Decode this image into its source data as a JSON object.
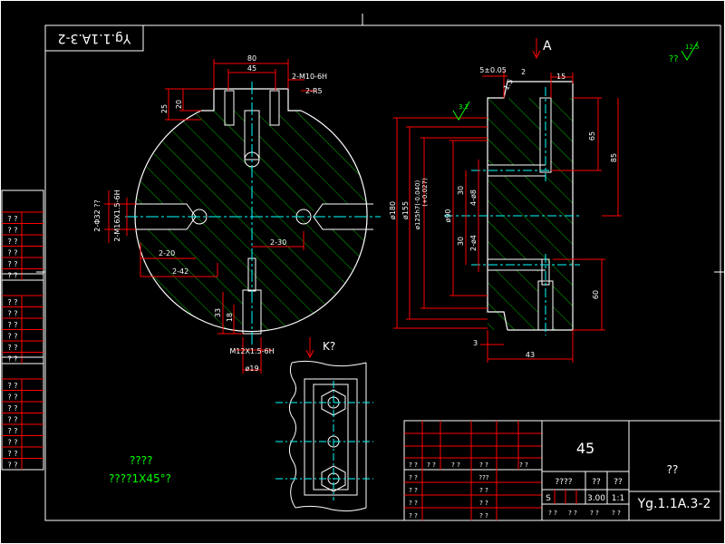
{
  "colors": {
    "background": "#000000",
    "frame": "#ffffff",
    "red": "#ff0000",
    "green": "#00ff00",
    "hatch": "#00cc00",
    "cyan": "#00ffff",
    "yellow": "#ffff00"
  },
  "drawing_no_rotated": "Yg.1.1A.3-2",
  "view_label_a": "A",
  "view_label_k": "K?",
  "roughness_corner": {
    "prefix": "??",
    "value": "12.5"
  },
  "roughness_small": "3.2",
  "dims_left": {
    "d80": "80",
    "d45": "45",
    "thread_top": "2-M10-6H",
    "radius": "2-R5",
    "d25": "25",
    "d20": "20",
    "phi32": "2-Φ32 ??",
    "thread_left": "2-M16X1.5-6H",
    "d2_20": "2-20",
    "d2_30": "2-30",
    "d2_42": "2-42",
    "d33": "33",
    "d18": "18",
    "thread_bottom": "M12X1.5-6H",
    "phi19": "ø19"
  },
  "dims_right": {
    "d5": "5±0.05",
    "d2": "2",
    "d1": "1.5",
    "d15": "15",
    "d65": "65",
    "d85": "85",
    "phi180": "ø180",
    "phi155": "ø155",
    "phi125": "ø125h7(-0.040)",
    "phi125_tol": "(+0.027)",
    "phi90": "ø90",
    "d30a": "30",
    "d4phi8": "4-ø8",
    "d30b": "30",
    "d2phi4": "2-ø4",
    "d60": "60",
    "d3": "3",
    "d43": "43"
  },
  "notes": {
    "title": "????",
    "chamfer": "????1X45°?"
  },
  "side_table": {
    "rows": [
      "? ?",
      "? ?",
      "? ?",
      "? ?",
      "? ?",
      "? ?",
      "? ?",
      "? ?",
      "? ?",
      "? ?",
      "? ?",
      "? ?",
      "? ?",
      "? ?",
      "? ?",
      "? ?",
      "? ?",
      "? ?",
      "? ?",
      "? ?"
    ]
  },
  "title_block": {
    "material": "45",
    "company": "??",
    "drawing_no": "Yg.1.1A.3-2",
    "row_labels": [
      "? ?",
      "? ?",
      "? ?",
      "? ?",
      "? ?",
      "? ?",
      "? ?",
      "? ?"
    ],
    "row_a": [
      "? ?",
      "? ?",
      "? ?",
      "? ?"
    ],
    "mid_label": "???",
    "stage_header": "????",
    "weight_header": "??",
    "scale_header": "??",
    "stage_mark": "S",
    "weight": "3.00",
    "scale": "1:1",
    "sheet_row": [
      "? ?",
      "? ?",
      "? ?",
      "? ?"
    ]
  }
}
